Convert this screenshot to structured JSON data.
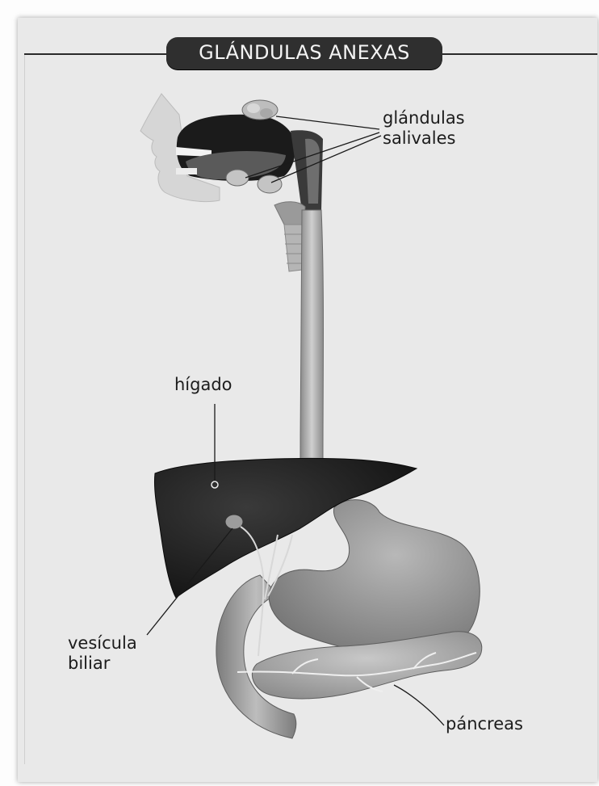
{
  "title": "GLÁNDULAS ANEXAS",
  "labels": {
    "salivary_line1": "glándulas",
    "salivary_line2": "salivales",
    "liver": "hígado",
    "gallbladder_line1": "vesícula",
    "gallbladder_line2": "biliar",
    "pancreas": "páncreas"
  },
  "colors": {
    "title_band": "#2f2f2f",
    "title_text": "#f4f4f4",
    "organ_dark": "#1e1e1e",
    "organ_mid": "#9a9a9a",
    "background": "#e9e9e9"
  }
}
